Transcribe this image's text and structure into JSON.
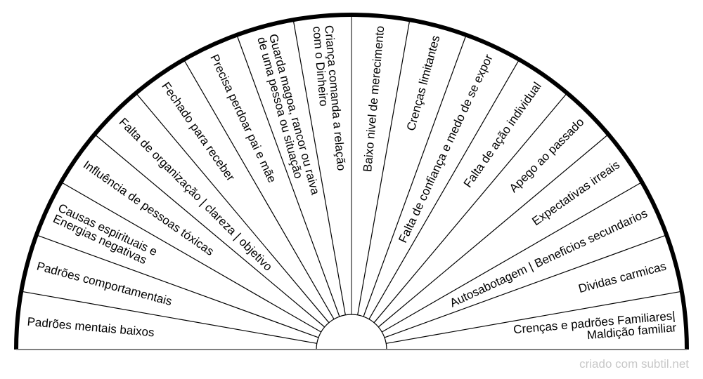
{
  "chart_data": {
    "type": "pie",
    "shape": "semicircle",
    "title": "",
    "sectors": [
      {
        "lines": [
          "Padrões mentais baixos"
        ]
      },
      {
        "lines": [
          "Padrões comportamentais"
        ]
      },
      {
        "lines": [
          "Causas espirituais e",
          "Energias negativas"
        ]
      },
      {
        "lines": [
          "Influência de pessoas tóxicas"
        ]
      },
      {
        "lines": [
          "Falta de organização | clareza | objetivo"
        ]
      },
      {
        "lines": [
          "Fechado para receber"
        ]
      },
      {
        "lines": [
          "Precisa perdoar pai e mãe"
        ]
      },
      {
        "lines": [
          "Guarda magoa, rancor ou raiva",
          "de uma pessoa ou situação"
        ]
      },
      {
        "lines": [
          "Criança comanda a relação",
          "com o Dinheiro"
        ]
      },
      {
        "lines": [
          "Baixo nivel de merecimento"
        ]
      },
      {
        "lines": [
          "Crenças limitantes"
        ]
      },
      {
        "lines": [
          "Falta de confiança e medo de se expor"
        ]
      },
      {
        "lines": [
          "Falta de ação individual"
        ]
      },
      {
        "lines": [
          "Apego ao passado"
        ]
      },
      {
        "lines": [
          "Expectativas irreais"
        ]
      },
      {
        "lines": [
          "Autosabotagem | Beneficios secundarios"
        ]
      },
      {
        "lines": [
          "Dividas carmicas"
        ]
      },
      {
        "lines": [
          "Crenças e padrões Familiares|",
          "Maldição familiar"
        ]
      }
    ],
    "values": [
      1,
      1,
      1,
      1,
      1,
      1,
      1,
      1,
      1,
      1,
      1,
      1,
      1,
      1,
      1,
      1,
      1,
      1
    ],
    "colors": {
      "outline": "#000000",
      "divider": "#000000",
      "center_divider": "#7f7f7f",
      "baseline": "#7f7f7f",
      "fill": "#ffffff"
    }
  },
  "footer": {
    "watermark": "criado com subtil.net"
  }
}
